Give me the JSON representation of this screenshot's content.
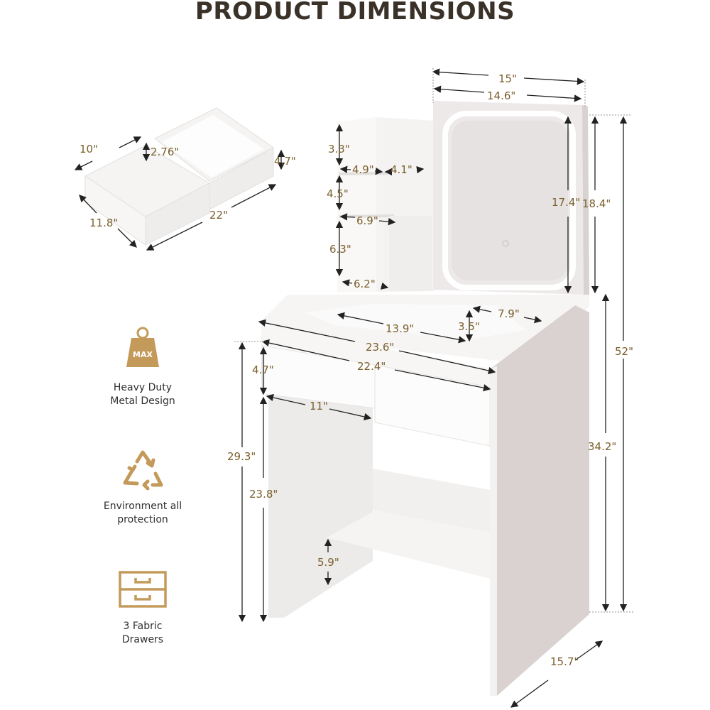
{
  "title": "PRODUCT DIMENSIONS",
  "colors": {
    "accent": "#c39a5a",
    "dim_text": "#7a5f2c",
    "title": "#3a3128",
    "panel": "#f3f1f0",
    "side": "#d9d2d1"
  },
  "drawer_dims": {
    "width": "10\"",
    "depth": "11.8\"",
    "inner_height": "2.76\"",
    "height": "4.7\"",
    "total_width": "22\""
  },
  "mirror_dims": {
    "outer_width": "15\"",
    "inner_width": "14.6\"",
    "inner_height": "17.4\"",
    "outer_height": "18.4\""
  },
  "shelf_dims": {
    "top_h": "3.3\"",
    "top_w1": "4.9\"",
    "top_w2": "4.1\"",
    "mid_h": "4.5\"",
    "mid_w": "6.9\"",
    "low_h": "6.3\"",
    "low_w": "6.2\""
  },
  "desk_dims": {
    "total_height": "52\"",
    "desk_height": "34.2\"",
    "top_width": "23.6\"",
    "inner_width": "22.4\"",
    "tray_width": "13.9\"",
    "tray_height": "3.5\"",
    "tray_depth": "7.9\"",
    "drawer_h": "4.7\"",
    "drawer_w": "11\"",
    "knee_height": "29.3\"",
    "leg_height": "23.8\"",
    "shelf_h": "5.9\"",
    "depth": "15.7\""
  },
  "features": [
    {
      "icon": "weight-max-icon",
      "icon_text": "MAX",
      "line1": "Heavy Duty",
      "line2": "Metal Design"
    },
    {
      "icon": "recycle-icon",
      "line1": "Environment all",
      "line2": "protection"
    },
    {
      "icon": "drawers-icon",
      "line1": "3 Fabric",
      "line2": "Drawers"
    }
  ]
}
